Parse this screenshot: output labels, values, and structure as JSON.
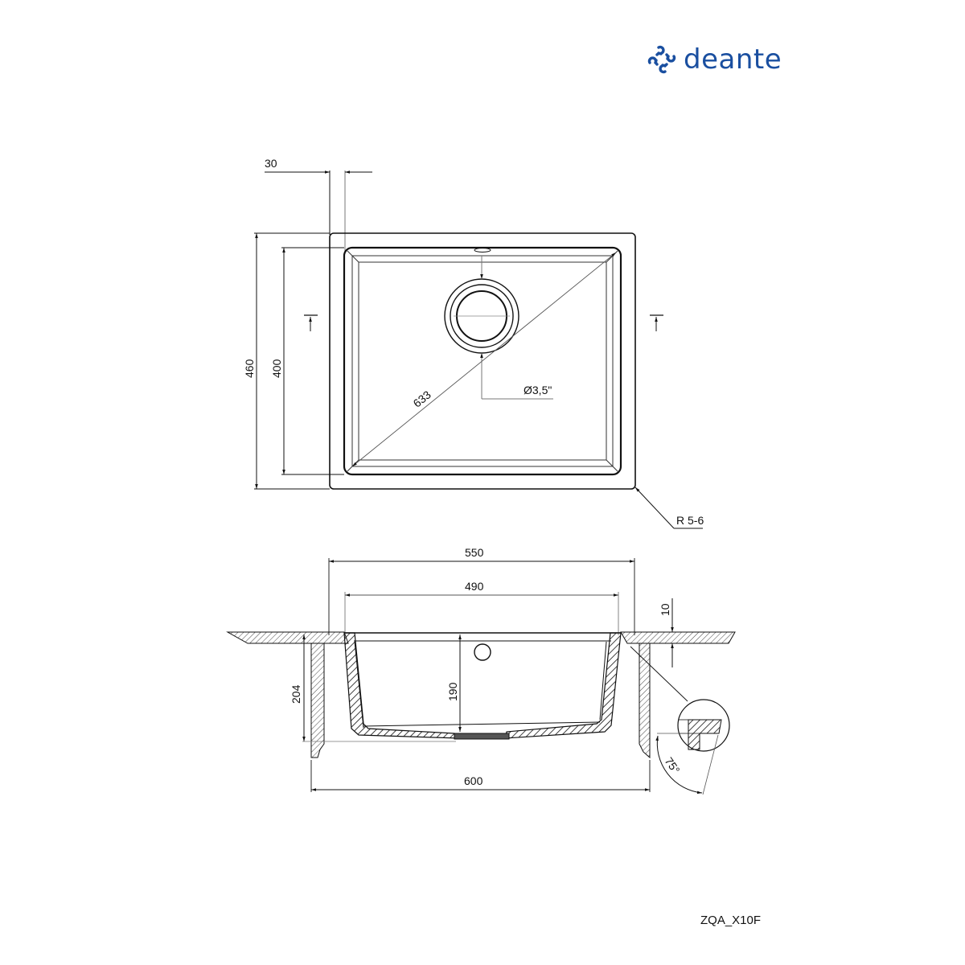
{
  "brand": {
    "name": "deante",
    "color": "#1a4fa0",
    "icon": "deante-logo-icon"
  },
  "product_code": "ZQA_X10F",
  "top_view": {
    "dimensions": {
      "rim_width": "30",
      "outer_depth": "460",
      "inner_depth": "400",
      "diagonal": "633",
      "drain_diameter": "Ø3,5\"",
      "corner_radius": "R 5-6"
    }
  },
  "section_view": {
    "dimensions": {
      "outer_width": "550",
      "inner_width": "490",
      "countertop_thickness": "10",
      "cabinet_depth": "204",
      "bowl_depth": "190",
      "cabinet_width": "600",
      "cut_angle": "75°"
    }
  }
}
